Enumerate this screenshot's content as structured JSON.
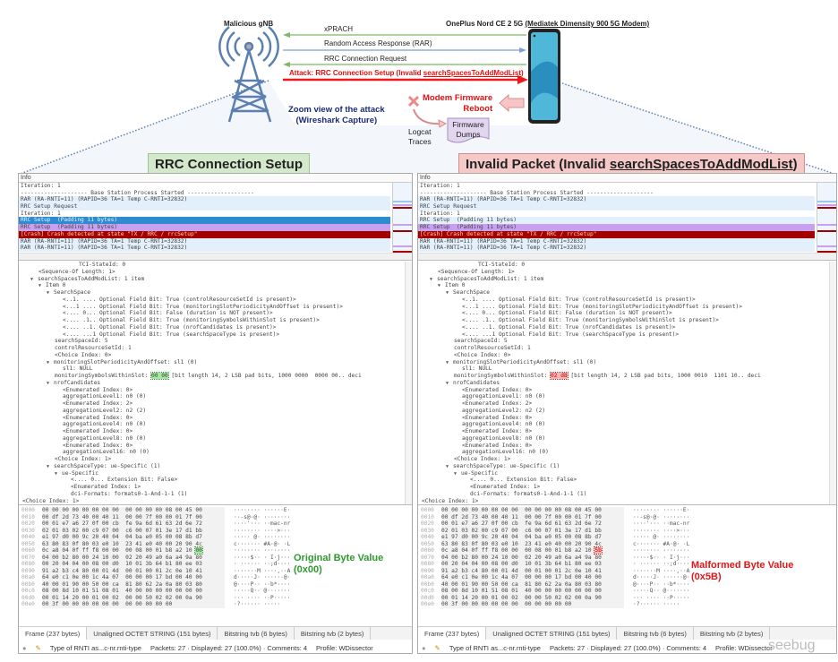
{
  "diagram": {
    "gnb_label": "Malicious gNB",
    "phone_label": "OnePlus Nord CE 2 5G",
    "phone_modem": "(Mediatek Dimensity 900 5G Modem)",
    "messages": [
      {
        "label": "xPRACH",
        "direction": "to-gnb",
        "color": "#7fb86a"
      },
      {
        "label": "Random Access Response (RAR)",
        "direction": "to-phone",
        "color": "#7f9fcf"
      },
      {
        "label": "RRC Connection Request",
        "direction": "to-gnb",
        "color": "#7fb86a"
      },
      {
        "label_prefix": "Attack: RRC Connection Setup (Invalid ",
        "label_field": "searchSpacesToAddModList",
        "label_suffix": ")",
        "direction": "to-phone",
        "color": "#f01818"
      }
    ],
    "zoom_label_1": "Zoom view of the attack",
    "zoom_label_2": "(Wireshark Capture)",
    "reboot_1": "Modem Firmware",
    "reboot_2": "Reboot",
    "logcat_1": "Logcat",
    "logcat_2": "Traces",
    "dumps_1": "Firmware",
    "dumps_2": "Dumps"
  },
  "callouts": {
    "left": "RRC Connection Setup",
    "right_prefix": "Invalid Packet (Invalid ",
    "right_field": "searchSpacesToAddModList",
    "right_suffix": ")"
  },
  "panels": [
    {
      "id": "left",
      "packet_list_header": "Info",
      "packets": [
        {
          "text": "Iteration: 1",
          "style": "plain"
        },
        {
          "text": "-------------------- Base Station Process Started --------------------",
          "style": "plain"
        },
        {
          "text": "RAR (RA-RNTI=11) (RAPID=36 TA=1 Temp C-RNTI=32832)",
          "style": "light"
        },
        {
          "text": "RRC Setup Request",
          "style": "light"
        },
        {
          "text": "Iteration: 1",
          "style": "plain"
        },
        {
          "text": "RRC Setup  (Padding 11 bytes)",
          "style": "selected"
        },
        {
          "text": "RRC Setup  (Padding 11 bytes)",
          "style": "purple"
        },
        {
          "text": "[Crash] Crash detected at state \"TX / RRC / rrcSetup\"",
          "style": "crash"
        },
        {
          "text": "RAR (RA-RNTI=11) (RAPID=36 TA=1 Temp C-RNTI=32832)",
          "style": "light"
        },
        {
          "text": "RAR (RA-RNTI=11) (RAPID=36 TA=1 Temp C-RNTI=32832)",
          "style": "light"
        }
      ],
      "tree": [
        {
          "depth": 7,
          "text": "TCI-StateId: 0"
        },
        {
          "depth": 2,
          "text": "<Sequence-Of Length: 1>"
        },
        {
          "depth": 1,
          "open": true,
          "text": "searchSpacesToAddModList: 1 item"
        },
        {
          "depth": 2,
          "open": true,
          "text": "Item 0"
        },
        {
          "depth": 3,
          "open": true,
          "text": "SearchSpace"
        },
        {
          "depth": 5,
          "text": "<..1. .... Optional Field Bit: True (controlResourceSetId is present)>"
        },
        {
          "depth": 5,
          "text": "<...1 .... Optional Field Bit: True (monitoringSlotPeriodicityAndOffset is present)>"
        },
        {
          "depth": 5,
          "text": "<.... 0... Optional Field Bit: False (duration is NOT present)>"
        },
        {
          "depth": 5,
          "text": "<.... .1.. Optional Field Bit: True (monitoringSymbolsWithinSlot is present)>"
        },
        {
          "depth": 5,
          "text": "<.... ..1. Optional Field Bit: True (nrofCandidates is present)>"
        },
        {
          "depth": 5,
          "text": "<.... ...1 Optional Field Bit: True (searchSpaceType is present)>"
        },
        {
          "depth": 4,
          "text": "searchSpaceId: 5"
        },
        {
          "depth": 4,
          "text": "controlResourceSetId: 1"
        },
        {
          "depth": 4,
          "text": "<Choice Index: 0>"
        },
        {
          "depth": 3,
          "open": true,
          "text": "monitoringSlotPeriodicityAndOffset: sl1 (0)"
        },
        {
          "depth": 5,
          "text": "sl1: NULL"
        },
        {
          "depth": 4,
          "text": "monitoringSymbolsWithinSlot: ",
          "highlight": "00 00",
          "after": " [bit length 14, 2 LSB pad bits, 1000 0000  0000 00.. deci"
        },
        {
          "depth": 3,
          "open": true,
          "text": "nrofCandidates"
        },
        {
          "depth": 5,
          "text": "<Enumerated Index: 0>"
        },
        {
          "depth": 5,
          "text": "aggregationLevel1: n0 (0)"
        },
        {
          "depth": 5,
          "text": "<Enumerated Index: 2>"
        },
        {
          "depth": 5,
          "text": "aggregationLevel2: n2 (2)"
        },
        {
          "depth": 5,
          "text": "<Enumerated Index: 0>"
        },
        {
          "depth": 5,
          "text": "aggregationLevel4: n0 (0)"
        },
        {
          "depth": 5,
          "text": "<Enumerated Index: 0>"
        },
        {
          "depth": 5,
          "text": "aggregationLevel8: n0 (0)"
        },
        {
          "depth": 5,
          "text": "<Enumerated Index: 0>"
        },
        {
          "depth": 5,
          "text": "aggregationLevel16: n0 (0)"
        },
        {
          "depth": 4,
          "text": "<Choice Index: 1>"
        },
        {
          "depth": 3,
          "open": true,
          "text": "searchSpaceType: ue-Specific (1)"
        },
        {
          "depth": 4,
          "open": true,
          "text": "ue-Specific"
        },
        {
          "depth": 6,
          "text": "<.... 0... Extension Bit: False>"
        },
        {
          "depth": 6,
          "text": "<Enumerated Index: 1>"
        },
        {
          "depth": 6,
          "text": "dci-Formats: formats0-1-And-1-1 (1)"
        },
        {
          "depth": 0,
          "text": "<Choice Index: 1>"
        }
      ],
      "hex": [
        {
          "off": "0000",
          "bytes": "00 00 00 00 00 00 00 00  00 00 00 00 08 00 45 00",
          "ascii": "········ ······E·"
        },
        {
          "off": "0010",
          "bytes": "00 df 2d 73 40 00 40 11  00 00 7f 00 00 01 7f 00",
          "ascii": "··-s@·@· ········"
        },
        {
          "off": "0020",
          "bytes": "00 01 e7 a6 27 0f 00 cb  fe 9a 6d 61 63 2d 6e 72",
          "ascii": "····'··· ··mac-nr"
        },
        {
          "off": "0030",
          "bytes": "02 01 03 02 00 c9 07 00  c6 00 07 01 3e 17 d1 bb",
          "ascii": "········ ····>···"
        },
        {
          "off": "0040",
          "bytes": "e1 97 d0 00 9c 20 40 04  04 ba e0 05 00 08 8b d7",
          "ascii": "····· @· ········"
        },
        {
          "off": "0050",
          "bytes": "63 80 83 0f 80 03 e0 10  23 41 e0 40 00 20 90 4c",
          "ascii": "c······· #A·@· ·L"
        },
        {
          "off": "0060",
          "bytes": "0c a8 04 0f ff f8 00 00  00 08 00 01 b8 a2 10 ",
          "mark": "00",
          "ascii": "········ ········"
        },
        {
          "off": "0070",
          "bytes": "04 00 b2 80 00 24 10 00  02 20 49 a0 6a a4 9a 80",
          "ascii": "·····$·· · I·j···"
        },
        {
          "off": "0080",
          "bytes": "00 20 04 04 00 08 00 d0  10 01 3b 64 b1 80 ee 03",
          "ascii": "· ······ ··;d····"
        },
        {
          "off": "0090",
          "bytes": "91 a2 b3 c4 80 00 01 4d  00 01 00 01 2c 0e 10 41",
          "ascii": "·······M ····,··A"
        },
        {
          "off": "00a0",
          "bytes": "64 e0 c1 0e 00 1c 4a 07  00 00 00 17 bd 00 40 00",
          "ascii": "d·····J· ······@·"
        },
        {
          "off": "00b0",
          "bytes": "40 00 01 90 00 50 00 ca  81 80 62 2a 0a 80 03 80",
          "ascii": "@····P·· ··b*····"
        },
        {
          "off": "00c0",
          "bytes": "08 00 8d 10 01 51 08 01  40 00 00 00 00 00 00 00",
          "ascii": "·····Q·· @·······"
        },
        {
          "off": "00d0",
          "bytes": "00 01 14 20 00 01 00 02  00 00 50 02 02 00 0a 90",
          "ascii": "··· ···· ··P·····"
        },
        {
          "off": "00e0",
          "bytes": "00 3f 00 00 00 00 00 00  00 00 00 00 00",
          "ascii": "·?······ ·····"
        }
      ],
      "annotation": {
        "line1": "Original Byte Value",
        "line2": "(0x00)",
        "color": "#2e9a2e"
      },
      "tabs": [
        "Frame (237 bytes)",
        "Unaligned OCTET STRING (151 bytes)",
        "Bitstring tvb (6 bytes)",
        "Bitstring tvb (2 bytes)"
      ],
      "status": {
        "field": "Type of RNTI as...c-nr.rnti-type",
        "packets": "Packets: 27 · Displayed: 27 (100.0%) · Comments: 4",
        "profile": "Profile: WDissector"
      }
    },
    {
      "id": "right",
      "packet_list_header": "Info",
      "packets": [
        {
          "text": "Iteration: 1",
          "style": "plain"
        },
        {
          "text": "-------------------- Base Station Process Started --------------------",
          "style": "plain"
        },
        {
          "text": "RAR (RA-RNTI=11) (RAPID=36 TA=1 Temp C-RNTI=32832)",
          "style": "light"
        },
        {
          "text": "RRC Setup Request",
          "style": "light"
        },
        {
          "text": "Iteration: 1",
          "style": "plain"
        },
        {
          "text": "RRC Setup  (Padding 11 bytes)",
          "style": "light"
        },
        {
          "text": "RRC Setup  (Padding 11 bytes)",
          "style": "purple"
        },
        {
          "text": "[Crash] Crash detected at state \"TX / RRC / rrcSetup\"",
          "style": "crash"
        },
        {
          "text": "RAR (RA-RNTI=11) (RAPID=36 TA=1 Temp C-RNTI=32832)",
          "style": "light"
        },
        {
          "text": "RAR (RA-RNTI=11) (RAPID=36 TA=1 Temp C-RNTI=32832)",
          "style": "light"
        }
      ],
      "tree_same_as_left_except": {
        "highlight": "02 d8",
        "after": " [bit length 14, 2 LSB pad bits, 1000 0010  1101 10.. deci"
      },
      "hex_mark": "5b",
      "annotation": {
        "line1": "Malformed Byte Value",
        "line2": "(0x5B)",
        "color": "#e01818"
      },
      "tabs": [
        "Frame (237 bytes)",
        "Unaligned OCTET STRING (151 bytes)",
        "Bitstring tvb (6 bytes)",
        "Bitstring tvb (2 bytes)"
      ],
      "status": {
        "field": "Type of RNTI as...c-nr.rnti-type",
        "packets": "Packets: 27 · Displayed: 27 (100.0%) · Comments: 4",
        "profile": "Profile: WDissector"
      }
    }
  ],
  "watermark": "seebug"
}
